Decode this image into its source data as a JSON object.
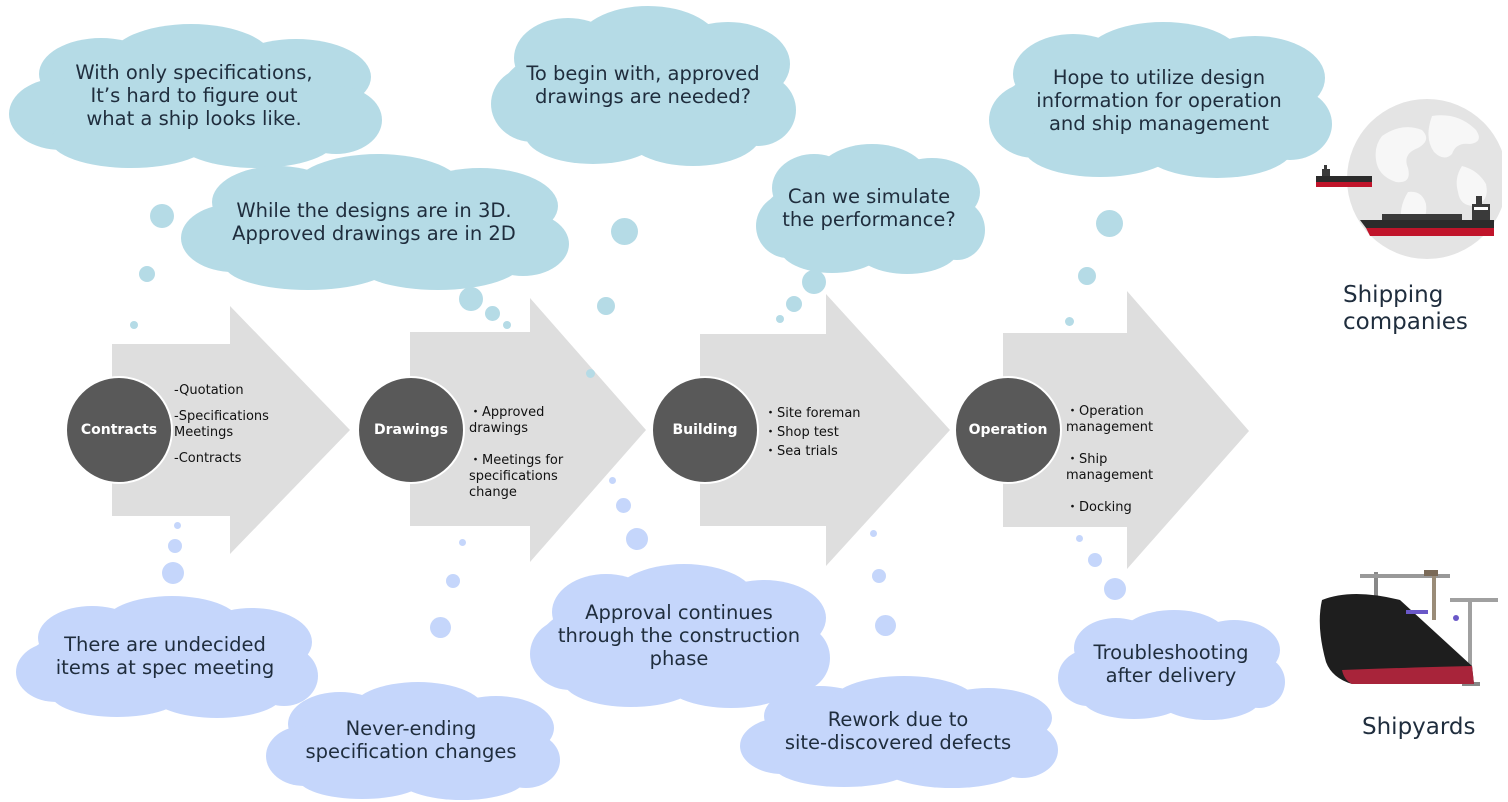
{
  "stages": [
    {
      "id": "contracts",
      "title": "Contracts",
      "items": [
        "-Quotation",
        "-Specifications\nMeetings",
        "-Contracts"
      ]
    },
    {
      "id": "drawings",
      "title": "Drawings",
      "items": [
        "・Approved\ndrawings",
        "・Meetings for\nspecifications\nchange"
      ]
    },
    {
      "id": "building",
      "title": "Building",
      "items": [
        "・Site foreman",
        "・Shop test",
        "・Sea trials"
      ]
    },
    {
      "id": "operation",
      "title": "Operation",
      "items": [
        "・Operation\nmanagement",
        "・Ship\nmanagement",
        "・Docking"
      ]
    }
  ],
  "company_concerns": [
    "With only specifications,\nIt’s hard to figure out\nwhat a ship looks like.",
    "While the designs are in 3D.\nApproved drawings are in 2D",
    "To begin with, approved\ndrawings are needed?",
    "Can we simulate\nthe performance?",
    "Hope to utilize design\ninformation for operation\nand ship management"
  ],
  "shipyard_concerns": [
    "There are undecided\nitems at spec meeting",
    "Never-ending\nspecification changes",
    "Approval continues\nthrough the construction\nphase",
    "Rework due to\nsite-discovered defects",
    "Troubleshooting\nafter delivery"
  ],
  "roles": {
    "shipping_companies": "Shipping\ncompanies",
    "shipyards": "Shipyards"
  },
  "colors": {
    "arrow": "#dedede",
    "circle": "#595959",
    "top_cloud": "#b5dbe6",
    "bottom_cloud": "#c5d6fb",
    "hull_red": "#c0142a",
    "hull_dark": "#2b2b2b"
  },
  "icons": {
    "shipping_companies": "globe-with-ships-icon",
    "shipyards": "ship-bow-with-cranes-icon"
  }
}
